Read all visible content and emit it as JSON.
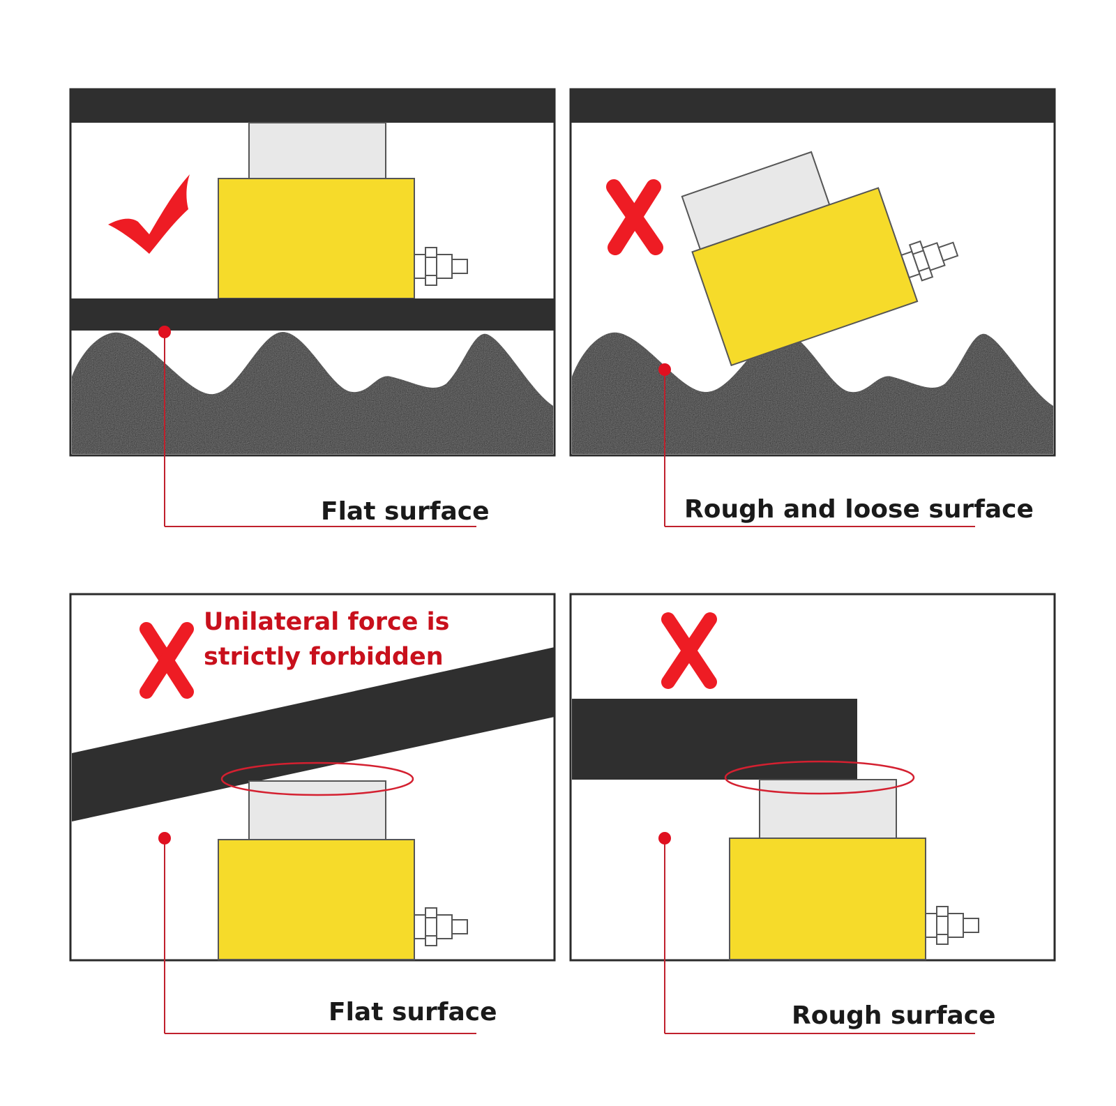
{
  "panels": [
    {
      "caption": "Flat surface",
      "mark": "check-icon"
    },
    {
      "caption": "Rough and loose surface",
      "mark": "cross-icon"
    },
    {
      "caption": "Flat surface",
      "mark": "cross-icon",
      "warning": [
        "Unilateral force is",
        "strictly forbidden"
      ]
    },
    {
      "caption": "Rough surface",
      "mark": "cross-icon"
    }
  ],
  "colors": {
    "frame": "#2b2b2b",
    "beam": "#2f2f2f",
    "ground": "#262626",
    "jack_body": "#f6db2a",
    "jack_ram": "#e8e8e8",
    "mark": "#ee1c24",
    "leader": "#c0202c",
    "highlight_ellipse": "#d42030",
    "warning_text": "#c8101c"
  }
}
